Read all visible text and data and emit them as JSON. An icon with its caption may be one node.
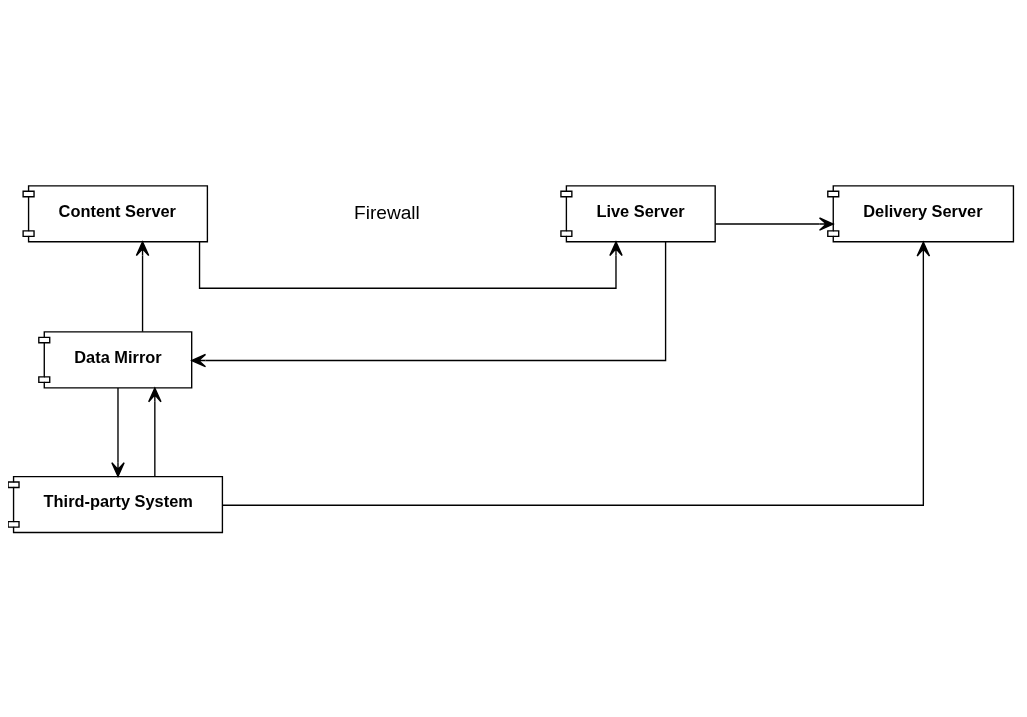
{
  "diagram": {
    "nodes": [
      {
        "text": [
          "Content Server"
        ]
      },
      {
        "text": [
          "Live Server"
        ]
      },
      {
        "text": [
          "Delivery Server"
        ]
      },
      {
        "text": [
          "Data Mirror"
        ]
      },
      {
        "text": [
          "Third-party System"
        ]
      }
    ],
    "edges": [
      {
        "from": 0,
        "to": 1,
        "arrow": "to"
      },
      {
        "from": 1,
        "to": 2,
        "arrow": "to"
      },
      {
        "from": 3,
        "to": 0,
        "arrow": "to"
      },
      {
        "from": 1,
        "to": 3,
        "arrow": "to"
      },
      {
        "from": 3,
        "to": 4,
        "arrow": "to"
      },
      {
        "from": 4,
        "to": 3,
        "arrow": "to"
      },
      {
        "from": 4,
        "to": 2,
        "arrow": "to"
      }
    ],
    "labels": [
      "Firewall"
    ]
  }
}
